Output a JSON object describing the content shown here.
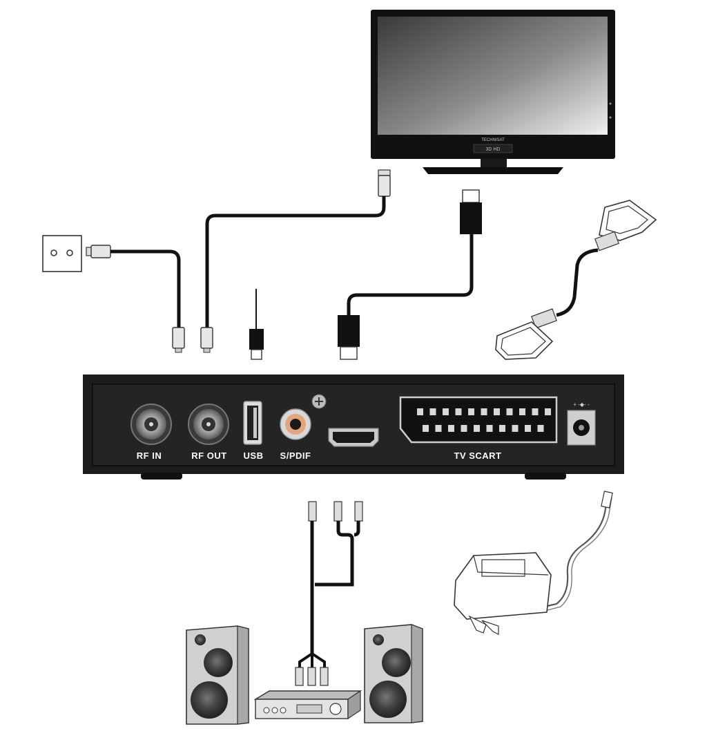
{
  "tv": {
    "brand": "TECHNISAT",
    "badge": "3D HD"
  },
  "receiver": {
    "ports": [
      {
        "id": "rf-in",
        "label": "RF IN"
      },
      {
        "id": "rf-out",
        "label": "RF OUT"
      },
      {
        "id": "usb",
        "label": "USB"
      },
      {
        "id": "spdif",
        "label": "S/PDIF"
      },
      {
        "id": "hdmi",
        "label": ""
      },
      {
        "id": "scart",
        "label": "TV SCART"
      },
      {
        "id": "dc-in",
        "label": ""
      }
    ],
    "power_symbol": "+ -◆- -"
  }
}
